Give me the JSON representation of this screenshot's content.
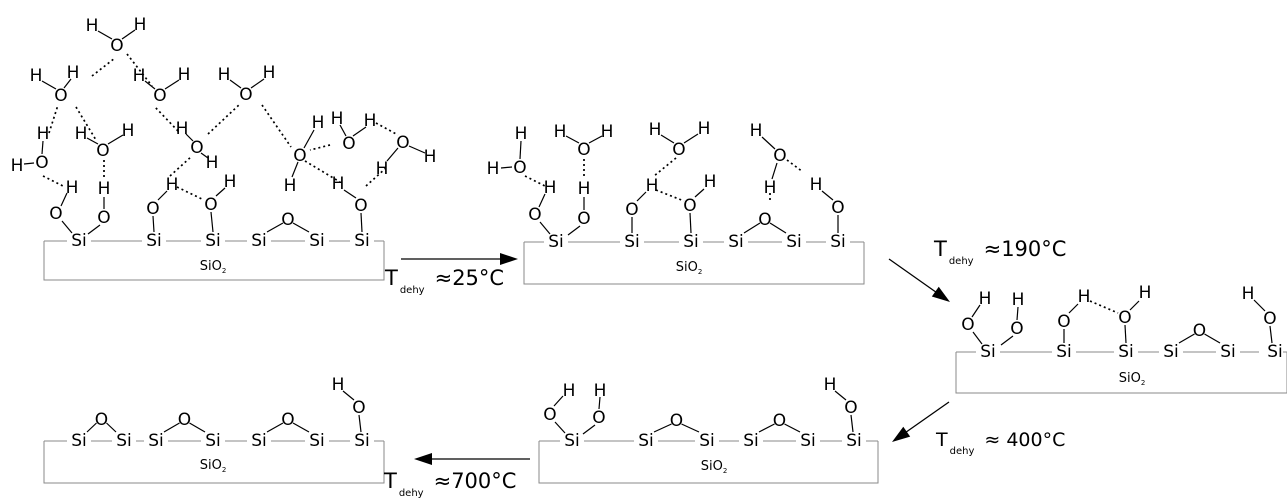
{
  "substrate": "SiO",
  "substrate_subscript": "2",
  "atoms": {
    "silicon": "Si",
    "oxygen": "O",
    "hydrogen": "H"
  },
  "steps": [
    {
      "symbol": "T",
      "subscript": "dehy",
      "condition": "≈25°C"
    },
    {
      "symbol": "T",
      "subscript": "dehy",
      "condition": "≈190°C"
    },
    {
      "symbol": "T",
      "subscript": "dehy",
      "condition": "≈ 400°C"
    },
    {
      "symbol": "T",
      "subscript": "dehy",
      "condition": "≈700°C"
    }
  ],
  "colors": {
    "substrate_outline": "#8a8a8a",
    "ink": "#000000"
  }
}
